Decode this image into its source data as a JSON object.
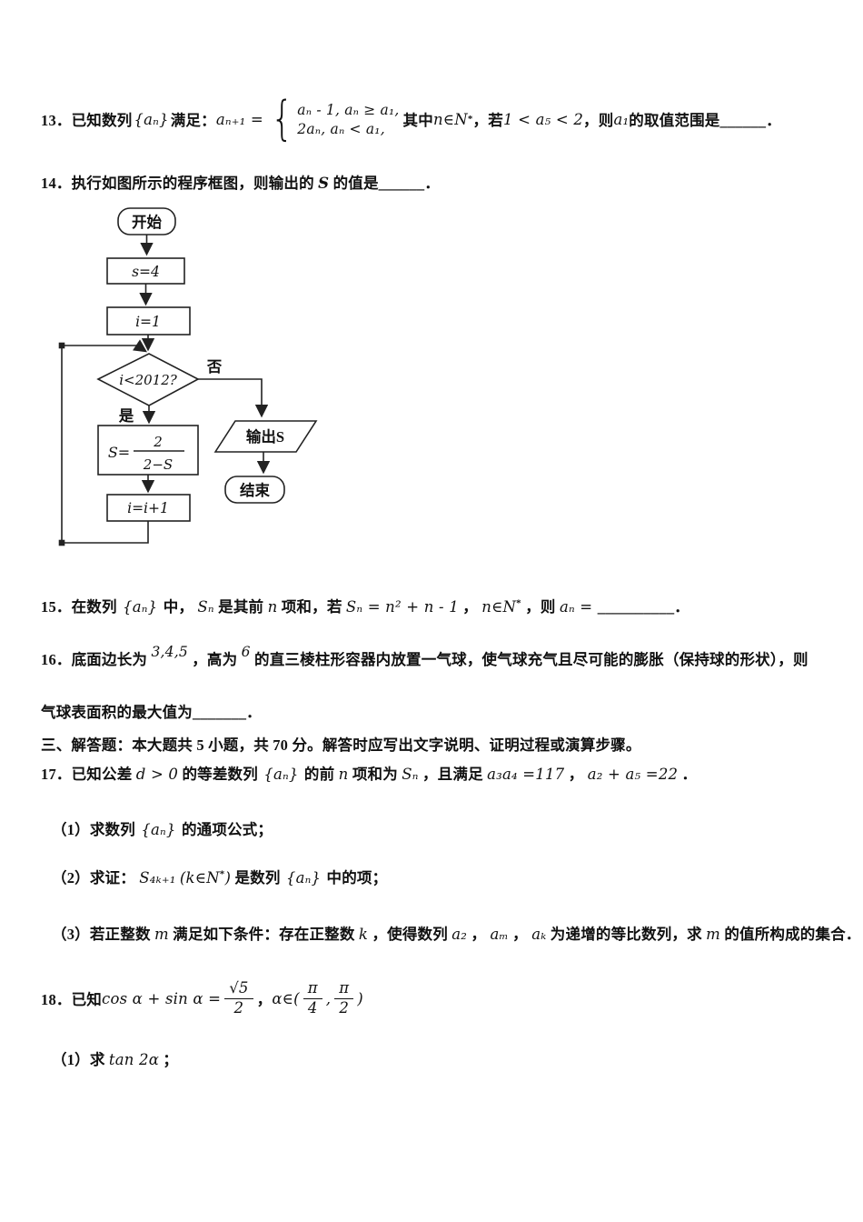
{
  "q13": {
    "pre": "13．已知数列",
    "seq": "{aₙ}",
    "man": "满足：",
    "lhs": "aₙ₊₁ =",
    "brace": "{",
    "case1": "aₙ - 1, aₙ ≥ a₁,",
    "case2": "2aₙ, aₙ < a₁,",
    "mid1": "其中 ",
    "nset": "n∈N",
    "star": "*",
    "mid2": "，若 ",
    "ineq": "1 < a₅ < 2",
    "mid3": "，则 ",
    "a1": "a₁",
    "tail": " 的取值范围是______．"
  },
  "q14": {
    "pre": "14．执行如图所示的程序框图，则输出的 ",
    "svar": "S",
    "tail": " 的值是______．"
  },
  "flowchart": {
    "start": "开始",
    "set_s": "s=4",
    "set_i": "i=1",
    "cond": "i<2012?",
    "no": "否",
    "yes": "是",
    "s_eq": "S=",
    "frac_num": "2",
    "frac_den": "2−S",
    "inc": "i=i+1",
    "output": "输出S",
    "end": "结束"
  },
  "q15": {
    "pre": "15．在数列",
    "seq": "{aₙ}",
    "mid1": "中，",
    "sn": "Sₙ",
    "mid2": " 是其前 ",
    "nvar": "n",
    "mid3": " 项和，若 ",
    "formula": "Sₙ = n² + n - 1",
    "mid4": "，",
    "nset": "n∈N",
    "star": "*",
    "mid5": "，则 ",
    "an": "aₙ = ",
    "blank": "__________．"
  },
  "q16": {
    "pre": "16．底面边长为",
    "sides": "3,4,5",
    "mid1": "，高为",
    "height": "6",
    "line1tail": "的直三棱柱形容器内放置一气球，使气球充气且尽可能的膨胀（保持球的形状），则",
    "line2": "气球表面积的最大值为_______．"
  },
  "sec3": {
    "heading": "三、解答题：本大题共 5 小题，共 70 分。解答时应写出文字说明、证明过程或演算步骤。"
  },
  "q17": {
    "pre": "17．已知公差 ",
    "d": "d > 0",
    "mid1": " 的等差数列",
    "seq": "{aₙ}",
    "mid2": " 的前 ",
    "n": "n",
    "mid3": " 项和为 ",
    "sn": "Sₙ",
    "mid4": "，且满足 ",
    "f1": "a₃a₄ =117",
    "comma": "，",
    "f2": "a₂ + a₅ =22",
    "period": "．",
    "p1": {
      "pre": "（1）求数列",
      "seq": "{aₙ}",
      "tail": " 的通项公式；"
    },
    "p2": {
      "pre": "（2）求证：",
      "s4k": "S₄ₖ₊₁",
      "paren_open": "(k∈N",
      "star": "*",
      "paren_close": ")",
      "mid": "是数列",
      "seq": "{aₙ}",
      "tail": " 中的项；"
    },
    "p3": {
      "pre": "（3）若正整数 ",
      "m": "m",
      "mid1": " 满足如下条件：存在正整数 ",
      "k": "k",
      "mid2": "，使得数列 ",
      "a2": "a₂",
      "c1": "，",
      "am": "aₘ",
      "c2": "，",
      "ak": "aₖ",
      "mid3": " 为递增的等比数列，求 ",
      "m2": "m",
      "tail": " 的值所构成的集合．"
    }
  },
  "q18": {
    "pre": "18．已知 ",
    "lhs": "cos α + sin α =",
    "num": "√5",
    "den": "2",
    "comma": "，",
    "alpha": "α∈(",
    "pi1n": "π",
    "pi1d": "4",
    "sep": ",",
    "pi2n": "π",
    "pi2d": "2",
    "close": ")",
    "p1": {
      "pre": "（1）求 ",
      "expr": "tan 2α",
      "tail": "；"
    }
  }
}
